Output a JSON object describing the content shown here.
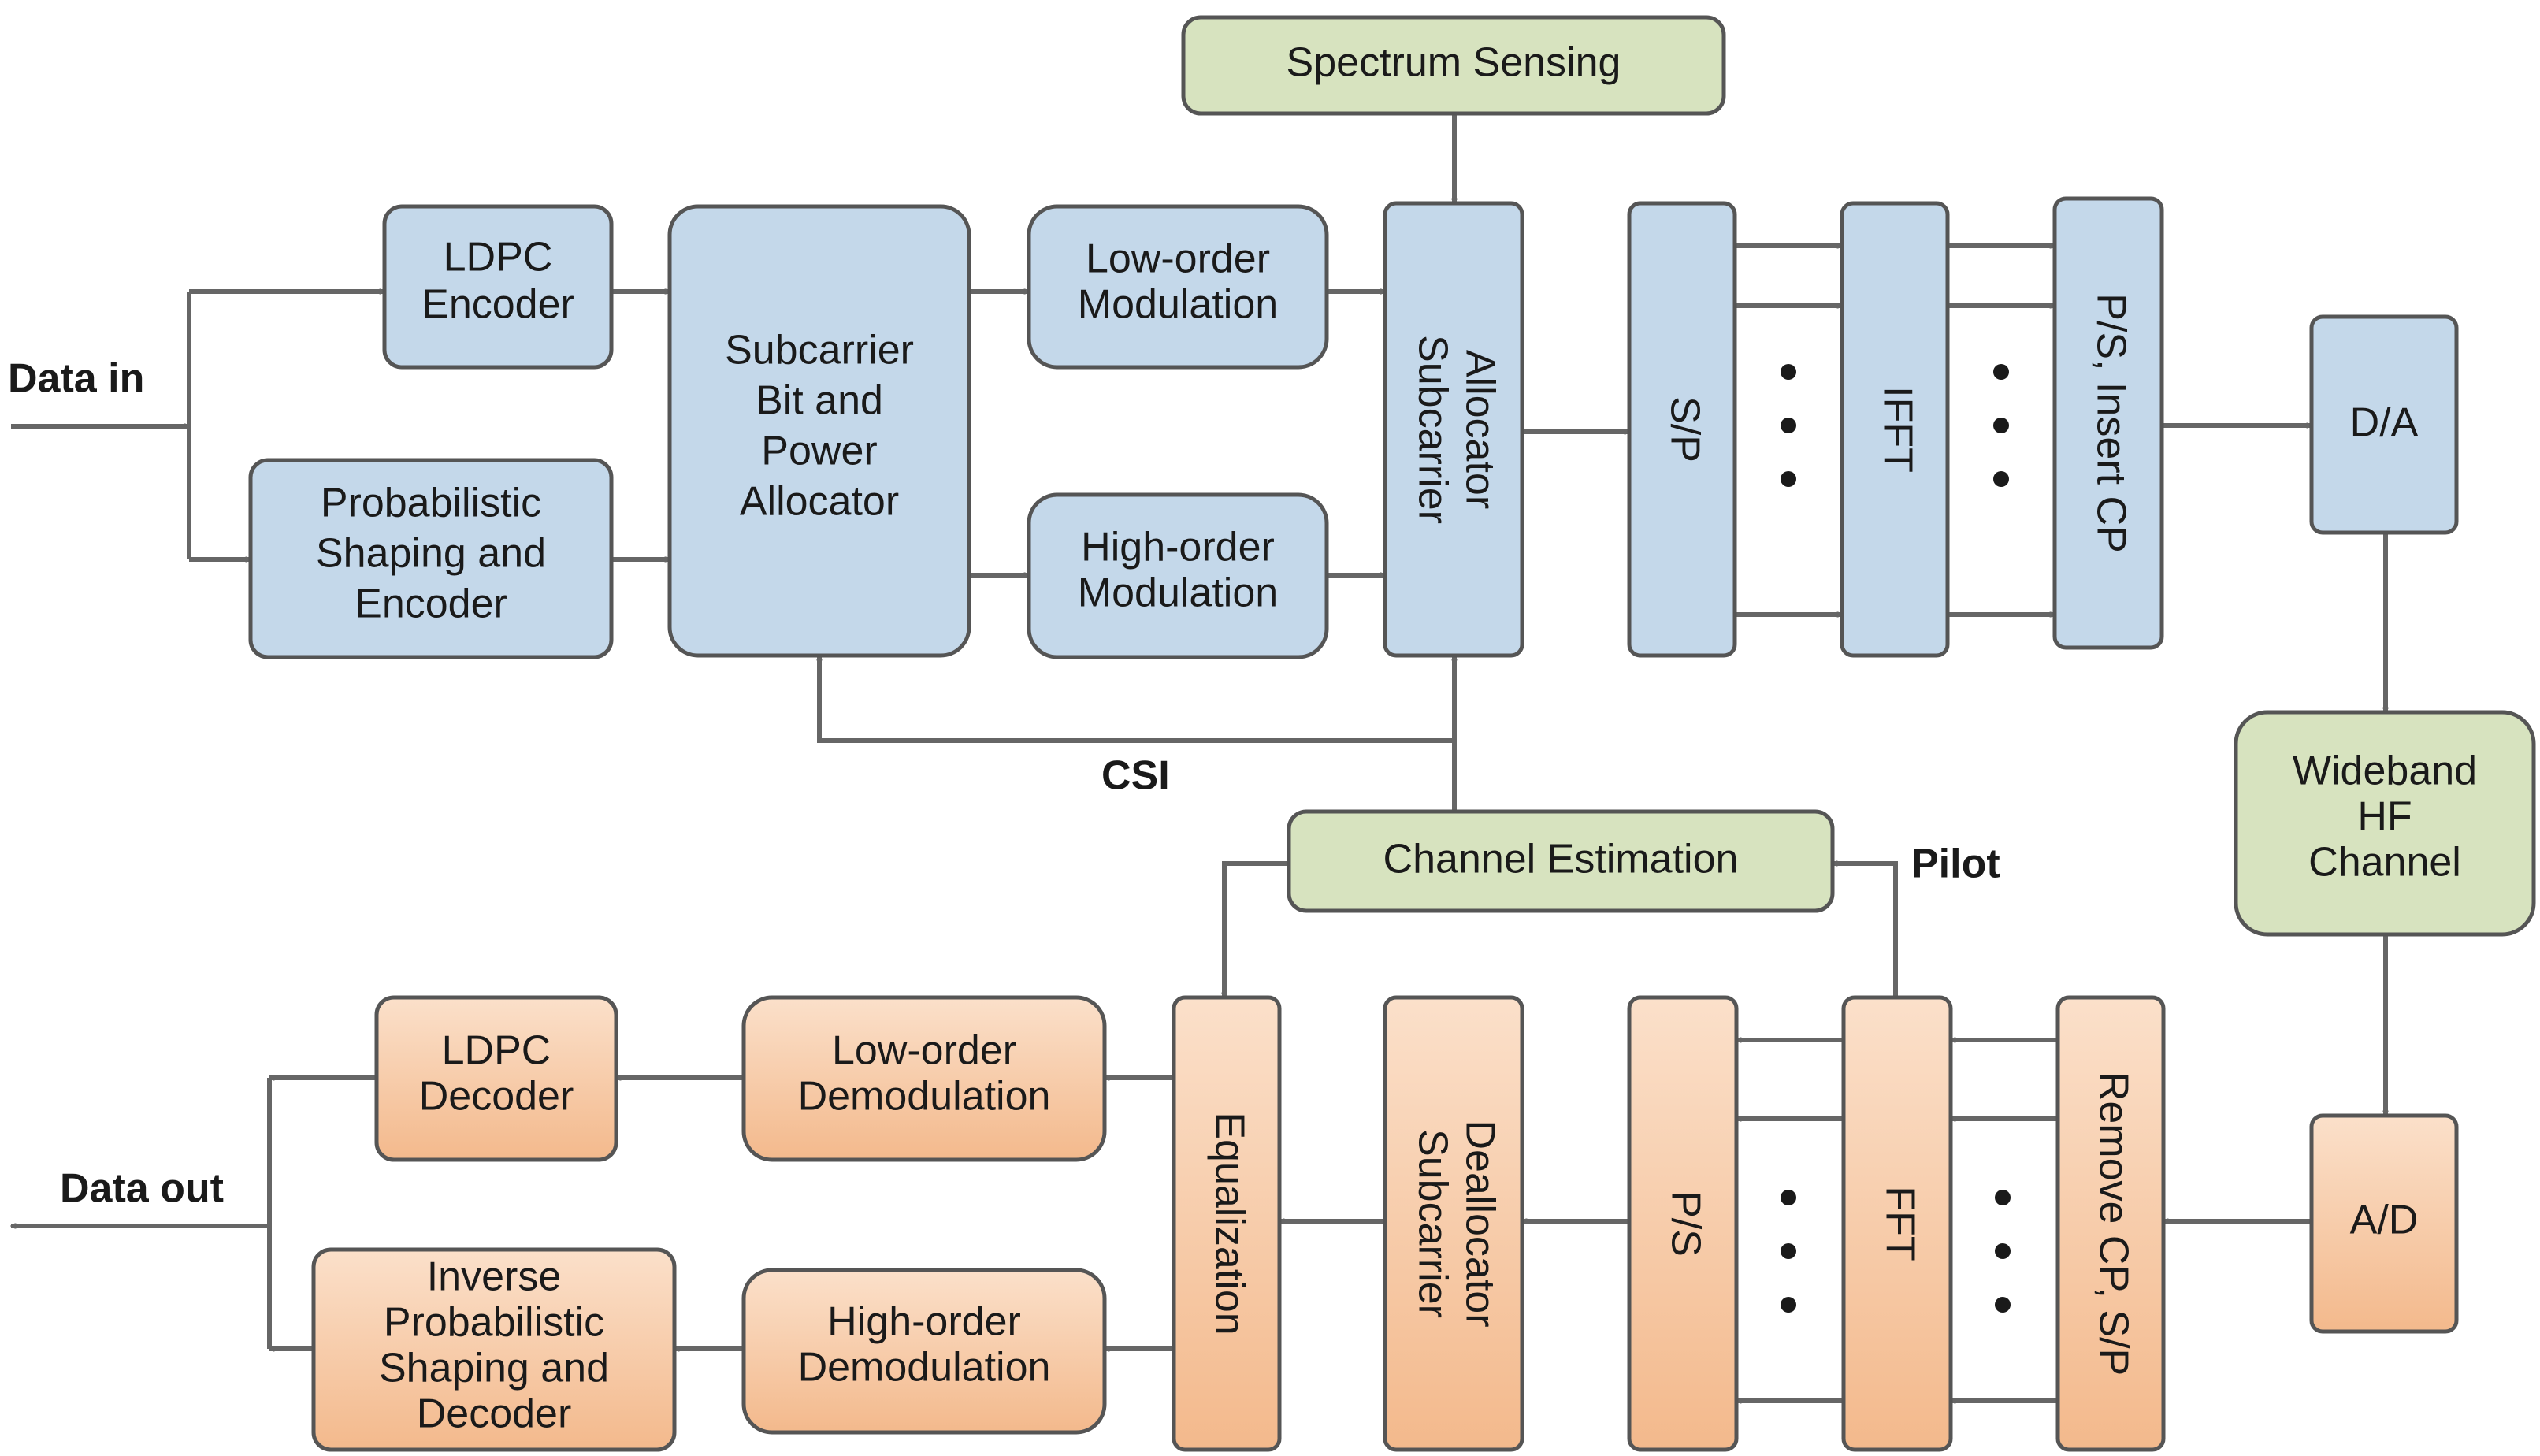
{
  "labels": {
    "data_in": "Data in",
    "data_out": "Data out",
    "csi": "CSI",
    "pilot": "Pilot"
  },
  "blocks": {
    "spectrum_sensing": "Spectrum Sensing",
    "ldpc_encoder": [
      "LDPC",
      "Encoder"
    ],
    "ps_encoder": [
      "Probabilistic",
      "Shaping and",
      "Encoder"
    ],
    "bit_power_allocator": [
      "Subcarrier",
      "Bit and",
      "Power",
      "Allocator"
    ],
    "low_mod": [
      "Low-order",
      "Modulation"
    ],
    "high_mod": [
      "High-order",
      "Modulation"
    ],
    "subcarrier_allocator": [
      "Subcarrier",
      "Allocator"
    ],
    "sp": "S/P",
    "ifft": "IFFT",
    "ps_insert_cp": "P/S, Insert CP",
    "da": "D/A",
    "hf_channel": [
      "Wideband",
      "HF",
      "Channel"
    ],
    "ad": "A/D",
    "channel_estimation": "Channel Estimation",
    "remove_cp_sp": "Remove CP, S/P",
    "fft": "FFT",
    "ps_rx": "P/S",
    "subcarrier_deallocator": [
      "Subcarrier",
      "Deallocator"
    ],
    "equalization": "Equalization",
    "low_demod": [
      "Low-order",
      "Demodulation"
    ],
    "high_demod": [
      "High-order",
      "Demodulation"
    ],
    "ldpc_decoder": [
      "LDPC",
      "Decoder"
    ],
    "ips_decoder": [
      "Inverse",
      "Probabilistic",
      "Shaping and",
      "Decoder"
    ]
  },
  "colors": {
    "tx_block": "#c4d8ea",
    "channel_block": "#d7e3bf",
    "rx_block_top": "#fbe0ca",
    "rx_block_bottom": "#f3b98c",
    "wire": "#666666",
    "outline": "#555555"
  }
}
